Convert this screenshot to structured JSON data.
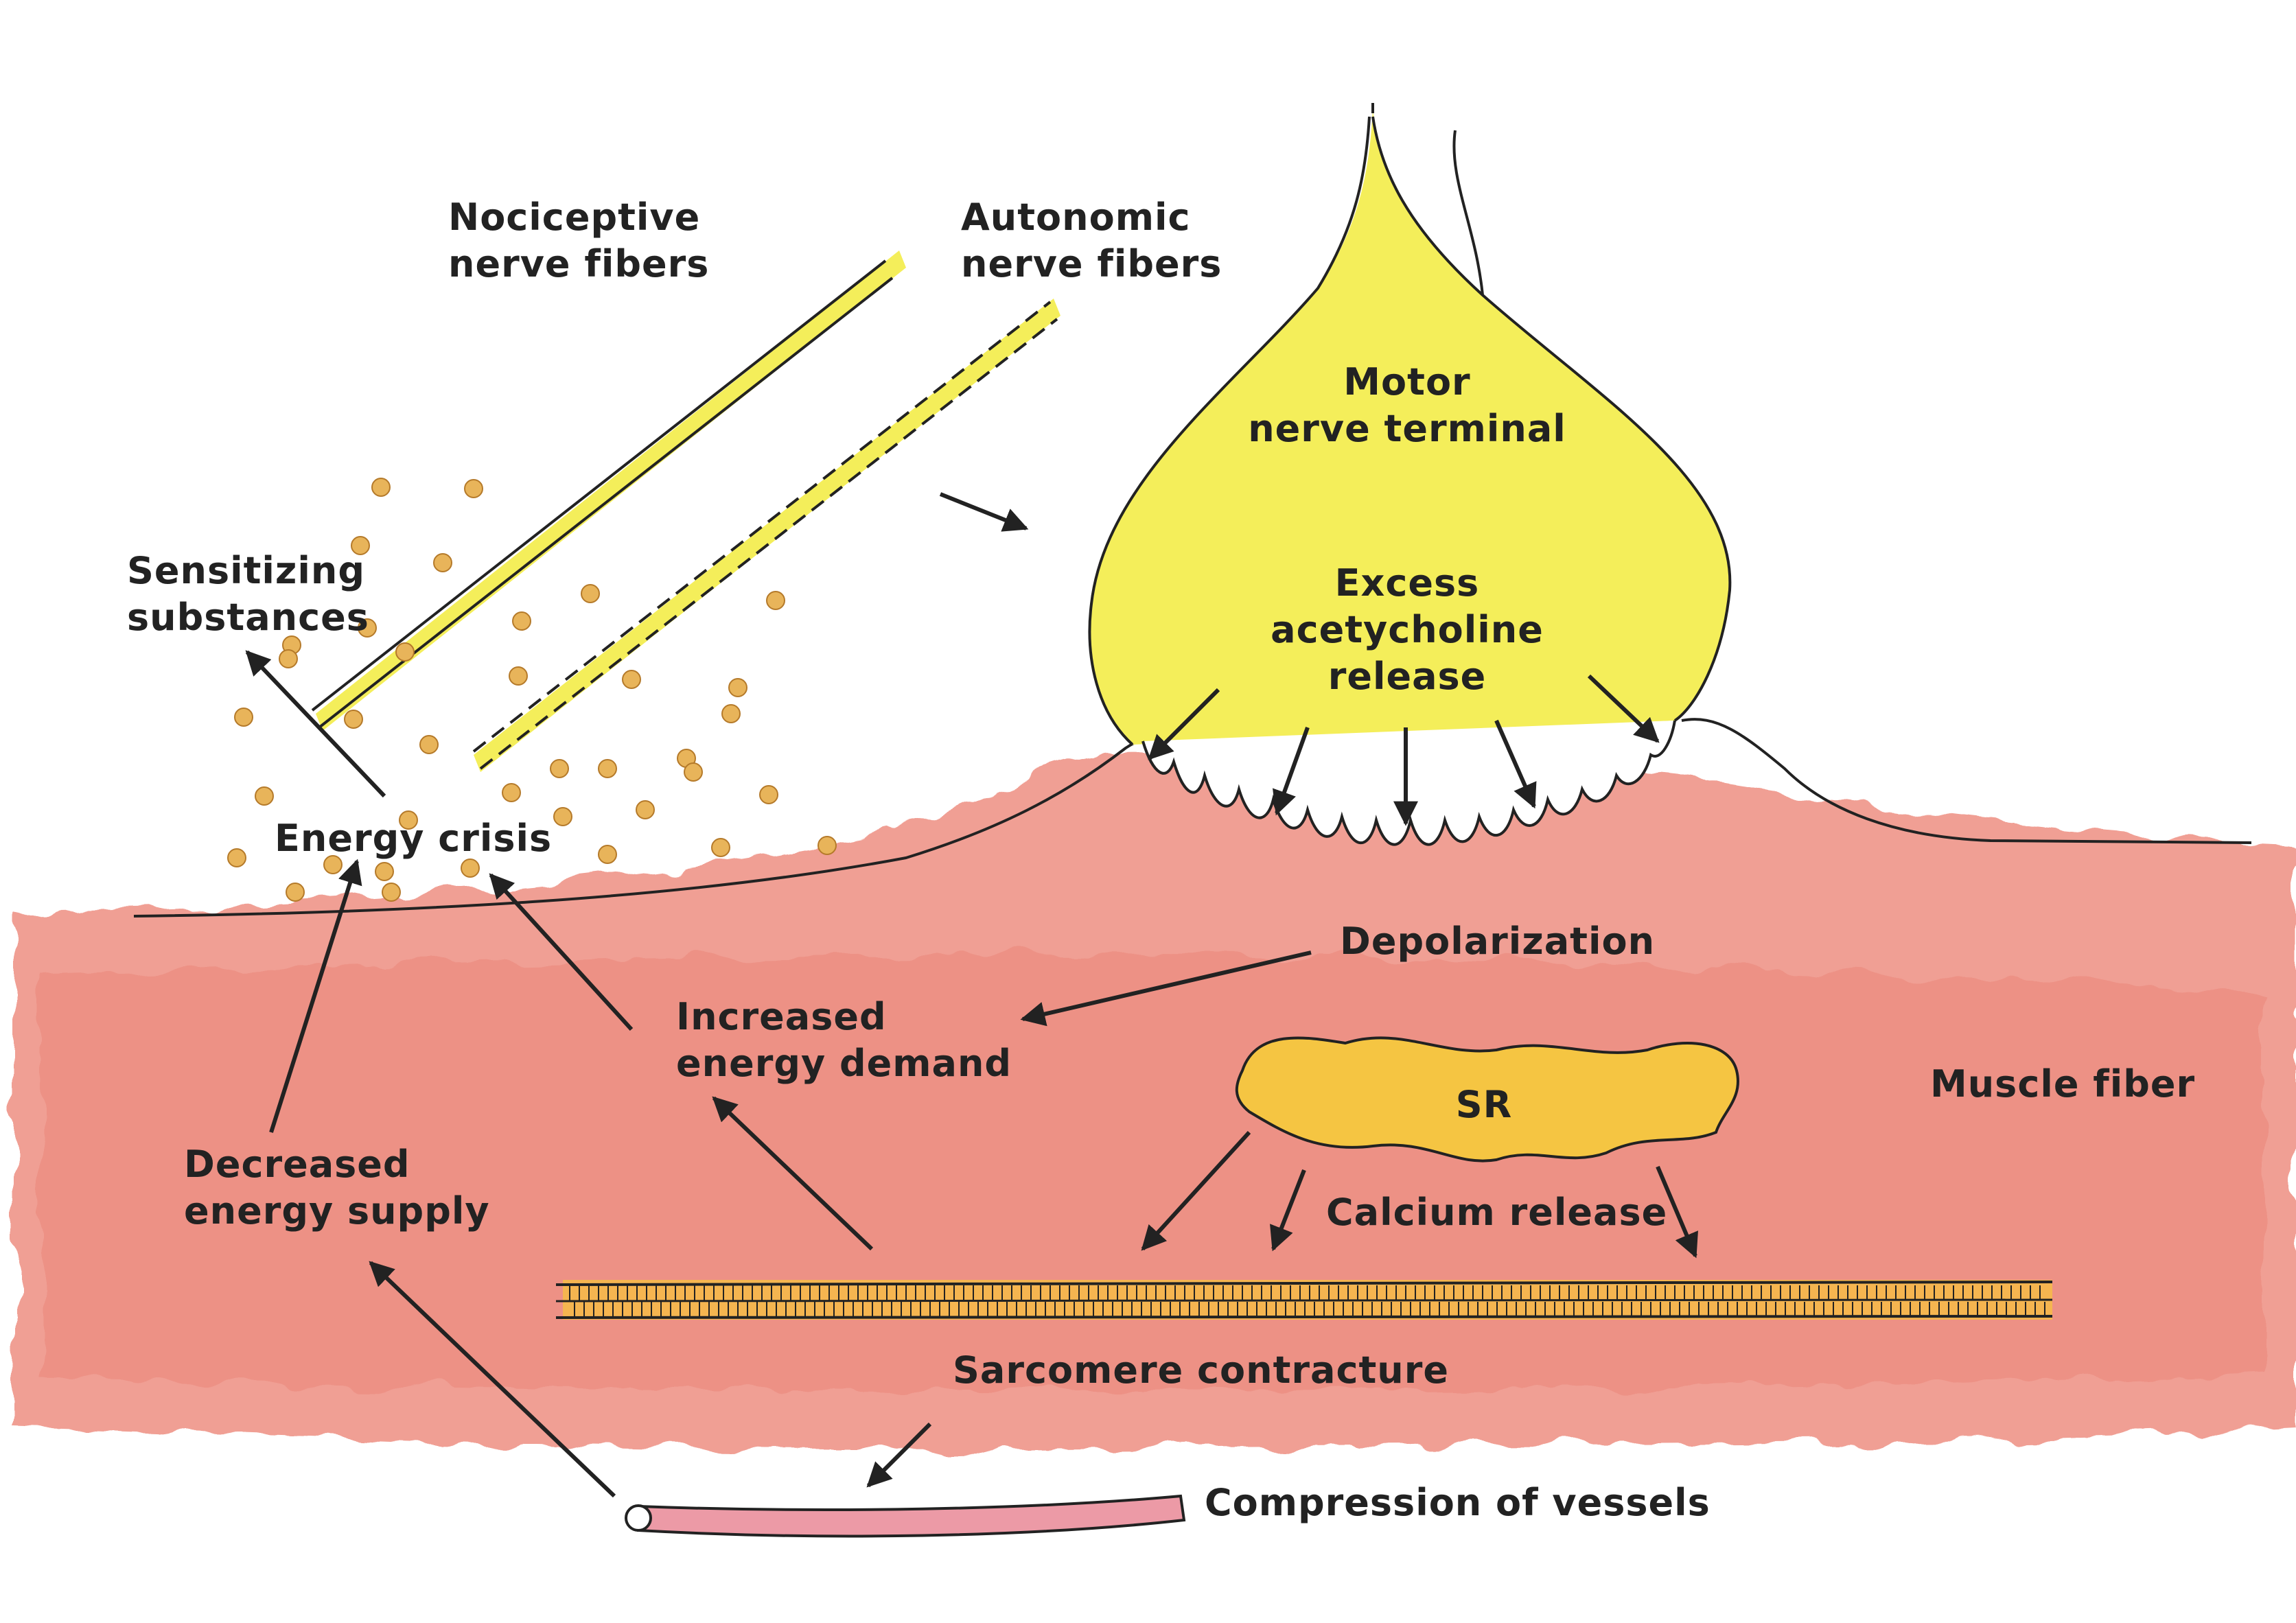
{
  "labels": {
    "nociceptive_1": "Nociceptive",
    "nociceptive_2": "nerve fibers",
    "autonomic_1": "Autonomic",
    "autonomic_2": "nerve fibers",
    "motor_1": "Motor",
    "motor_2": "nerve terminal",
    "excess_1": "Excess",
    "excess_2": "acetycholine",
    "excess_3": "release",
    "sensitizing_1": "Sensitizing",
    "sensitizing_2": "substances",
    "energy_crisis": "Energy crisis",
    "depolarization": "Depolarization",
    "increased_1": "Increased",
    "increased_2": "energy demand",
    "sr": "SR",
    "muscle_fiber": "Muscle fiber",
    "decreased_1": "Decreased",
    "decreased_2": "energy supply",
    "calcium_release": "Calcium release",
    "sarcomere_contracture": "Sarcomere contracture",
    "compression_vessels": "Compression of vessels"
  },
  "colors": {
    "muscle": "#ee8f82",
    "muscle_light": "#f6b5aa",
    "nerve_yellow": "#f4ee5a",
    "sr_yellow": "#f5c542",
    "particle": "#e8b45a",
    "ink": "#222222",
    "vessel": "#ec9aa6"
  }
}
